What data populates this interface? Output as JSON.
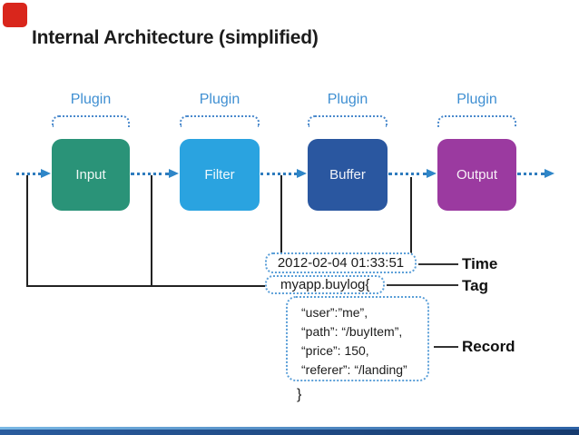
{
  "slide": {
    "title": "Internal Architecture (simplified)"
  },
  "pipeline": {
    "plugin_label": "Plugin",
    "stages": [
      {
        "name": "Input",
        "color": "#2a9378"
      },
      {
        "name": "Filter",
        "color": "#2aa3e0"
      },
      {
        "name": "Buffer",
        "color": "#2a57a0"
      },
      {
        "name": "Output",
        "color": "#9b3aa0"
      }
    ]
  },
  "event": {
    "time": {
      "value": "2012-02-04 01:33:51",
      "label": "Time"
    },
    "tag": {
      "value": "myapp.buylog{",
      "label": "Tag"
    },
    "record": {
      "label": "Record",
      "lines": [
        "“user”:”me”,",
        "“path”: “/buyItem”,",
        "“price”: 150,",
        "“referer”: “/landing”"
      ],
      "closing_brace": "}"
    }
  },
  "colors": {
    "plugin_label": "#3f8fd2",
    "flow_arrow": "#2e86c8",
    "dotted_box_border": "#5b9fd8",
    "connector_line": "#222222",
    "footer_light": "#7ab8e4",
    "footer_dark": "#163a6d",
    "marker_red": "#d9261c"
  }
}
